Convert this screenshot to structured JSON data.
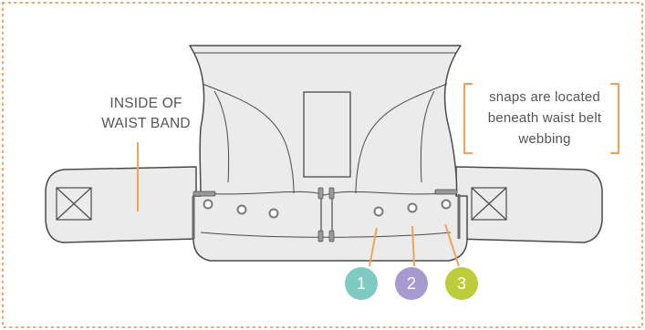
{
  "labels": {
    "inside_waist_band": [
      "INSIDE OF",
      "WAIST BAND"
    ],
    "snaps_note": [
      "snaps are located",
      "beneath waist belt",
      "webbing"
    ]
  },
  "badges": [
    {
      "number": "1",
      "color": "#7ecbc3"
    },
    {
      "number": "2",
      "color": "#a79ad0"
    },
    {
      "number": "3",
      "color": "#bccc3b"
    }
  ],
  "colors": {
    "accent_orange": "#f0a25a",
    "outline": "#4a4a4a",
    "fill": "#ebebeb"
  }
}
